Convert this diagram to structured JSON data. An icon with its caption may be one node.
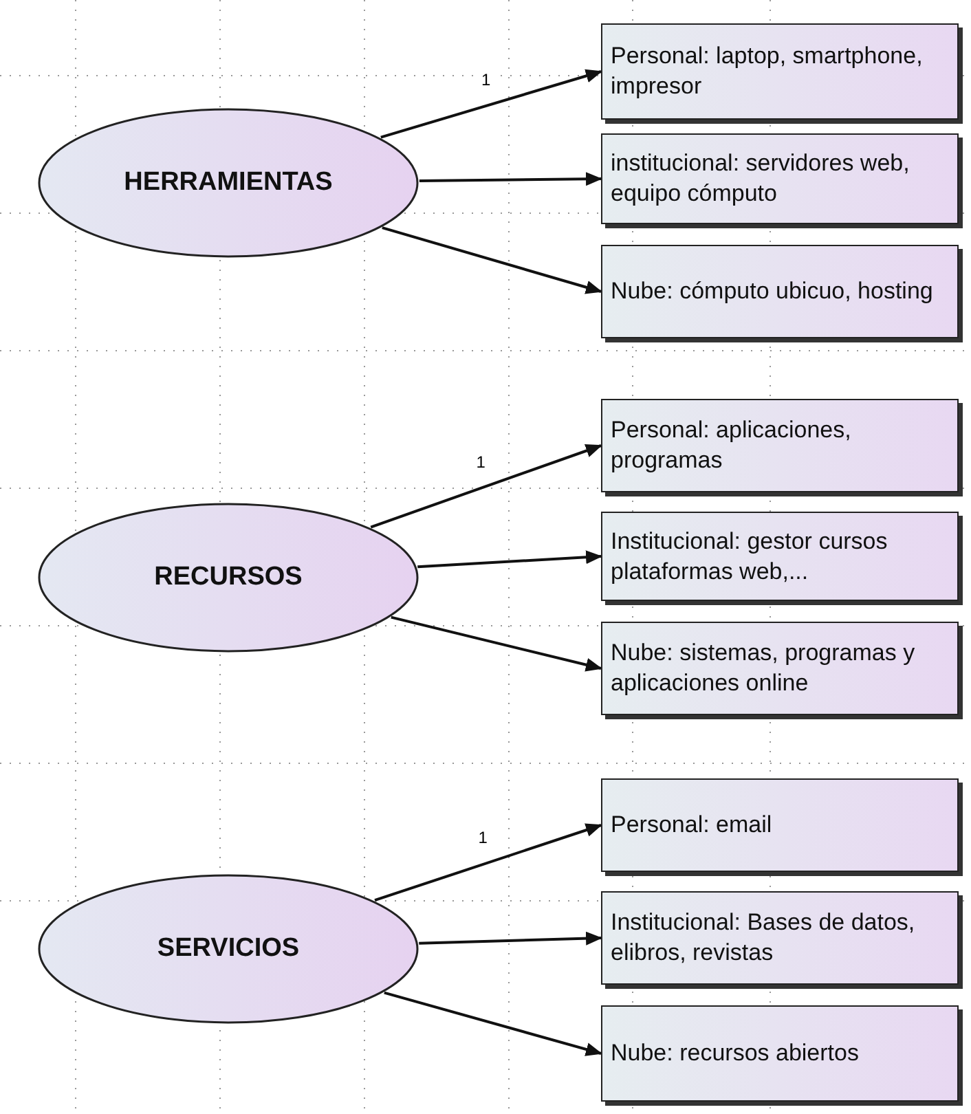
{
  "diagram": {
    "nodes": [
      {
        "text": [
          "HERRAMIENTAS"
        ]
      },
      {
        "text": [
          "Personal: laptop, smartphone, impresor"
        ]
      },
      {
        "text": [
          "institucional: servidores web, equipo cómputo"
        ]
      },
      {
        "text": [
          "Nube: cómputo ubicuo, hosting"
        ]
      },
      {
        "text": [
          "RECURSOS"
        ]
      },
      {
        "text": [
          "Personal: aplicaciones, programas"
        ]
      },
      {
        "text": [
          "Institucional: gestor cursos plataformas web,..."
        ]
      },
      {
        "text": [
          "Nube: sistemas, programas y aplicaciones online"
        ]
      },
      {
        "text": [
          "SERVICIOS"
        ]
      },
      {
        "text": [
          "Personal: email"
        ]
      },
      {
        "text": [
          "Institucional: Bases de datos, elibros, revistas"
        ]
      },
      {
        "text": [
          "Nube: recursos abiertos"
        ]
      }
    ],
    "edges": [
      {
        "from": 0,
        "to": 1,
        "arrow": "to",
        "label": "1"
      },
      {
        "from": 0,
        "to": 2,
        "arrow": "to"
      },
      {
        "from": 0,
        "to": 3,
        "arrow": "to"
      },
      {
        "from": 4,
        "to": 5,
        "arrow": "to",
        "label": "1"
      },
      {
        "from": 4,
        "to": 6,
        "arrow": "to"
      },
      {
        "from": 4,
        "to": 7,
        "arrow": "to"
      },
      {
        "from": 8,
        "to": 9,
        "arrow": "to",
        "label": "1"
      },
      {
        "from": 8,
        "to": 10,
        "arrow": "to"
      },
      {
        "from": 8,
        "to": 11,
        "arrow": "to"
      }
    ]
  }
}
